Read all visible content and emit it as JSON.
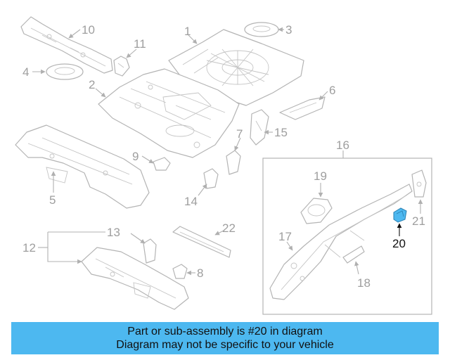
{
  "diagram": {
    "callouts": [
      "1",
      "2",
      "3",
      "4",
      "5",
      "6",
      "7",
      "8",
      "9",
      "10",
      "11",
      "12",
      "13",
      "14",
      "15",
      "16",
      "17",
      "18",
      "19",
      "20",
      "21",
      "22"
    ],
    "highlighted_part": "20",
    "highlight_color": "#4db8f0"
  },
  "banner": {
    "line1": "Part or sub-assembly is #20 in diagram",
    "line2": "Diagram may not be specific to your vehicle",
    "background": "#4db8f0"
  }
}
